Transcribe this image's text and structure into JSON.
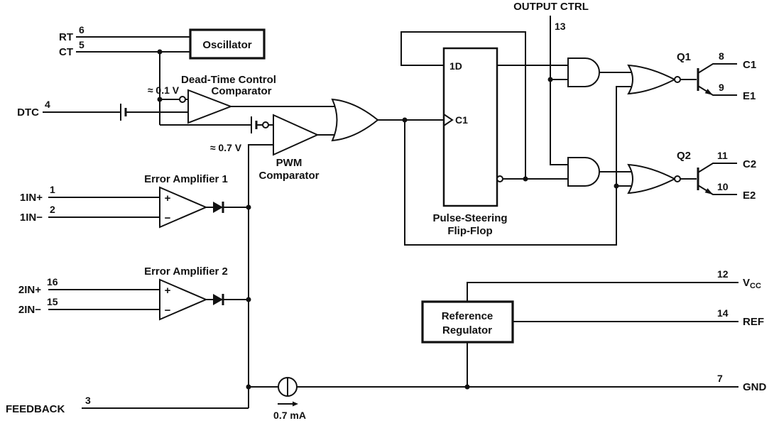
{
  "colors": {
    "line": "#111111",
    "background": "#ffffff"
  },
  "blocks": {
    "oscillator": "Oscillator",
    "dtc_comparator": {
      "line1": "Dead-Time Control",
      "line2": "Comparator"
    },
    "pwm_comparator": {
      "line1": "PWM",
      "line2": "Comparator"
    },
    "error_amp1": "Error Amplifier 1",
    "error_amp2": "Error Amplifier 2",
    "flipflop": {
      "d_label": "1D",
      "clk_label": "C1",
      "line1": "Pulse-Steering",
      "line2": "Flip-Flop"
    },
    "reference": {
      "line1": "Reference",
      "line2": "Regulator"
    },
    "plus": "+",
    "minus": "−"
  },
  "values": {
    "offset1": "≈ 0.1 V",
    "offset2": "≈ 0.7 V",
    "current": "0.7 mA"
  },
  "transistors": {
    "q1": "Q1",
    "q2": "Q2"
  },
  "pins": {
    "rt": {
      "name": "RT",
      "num": "6"
    },
    "ct": {
      "name": "CT",
      "num": "5"
    },
    "dtc": {
      "name": "DTC",
      "num": "4"
    },
    "in1p": {
      "name": "1IN+",
      "num": "1"
    },
    "in1m": {
      "name": "1IN−",
      "num": "2"
    },
    "in2p": {
      "name": "2IN+",
      "num": "16"
    },
    "in2m": {
      "name": "2IN−",
      "num": "15"
    },
    "feedback": {
      "name": "FEEDBACK",
      "num": "3"
    },
    "output_ctrl": {
      "name": "OUTPUT CTRL",
      "num": "13"
    },
    "c1": {
      "name": "C1",
      "num": "8"
    },
    "e1": {
      "name": "E1",
      "num": "9"
    },
    "c2": {
      "name": "C2",
      "num": "11"
    },
    "e2": {
      "name": "E2",
      "num": "10"
    },
    "vcc": {
      "name": "V",
      "sub": "CC",
      "num": "12"
    },
    "ref": {
      "name": "REF",
      "num": "14"
    },
    "gnd": {
      "name": "GND",
      "num": "7"
    }
  }
}
